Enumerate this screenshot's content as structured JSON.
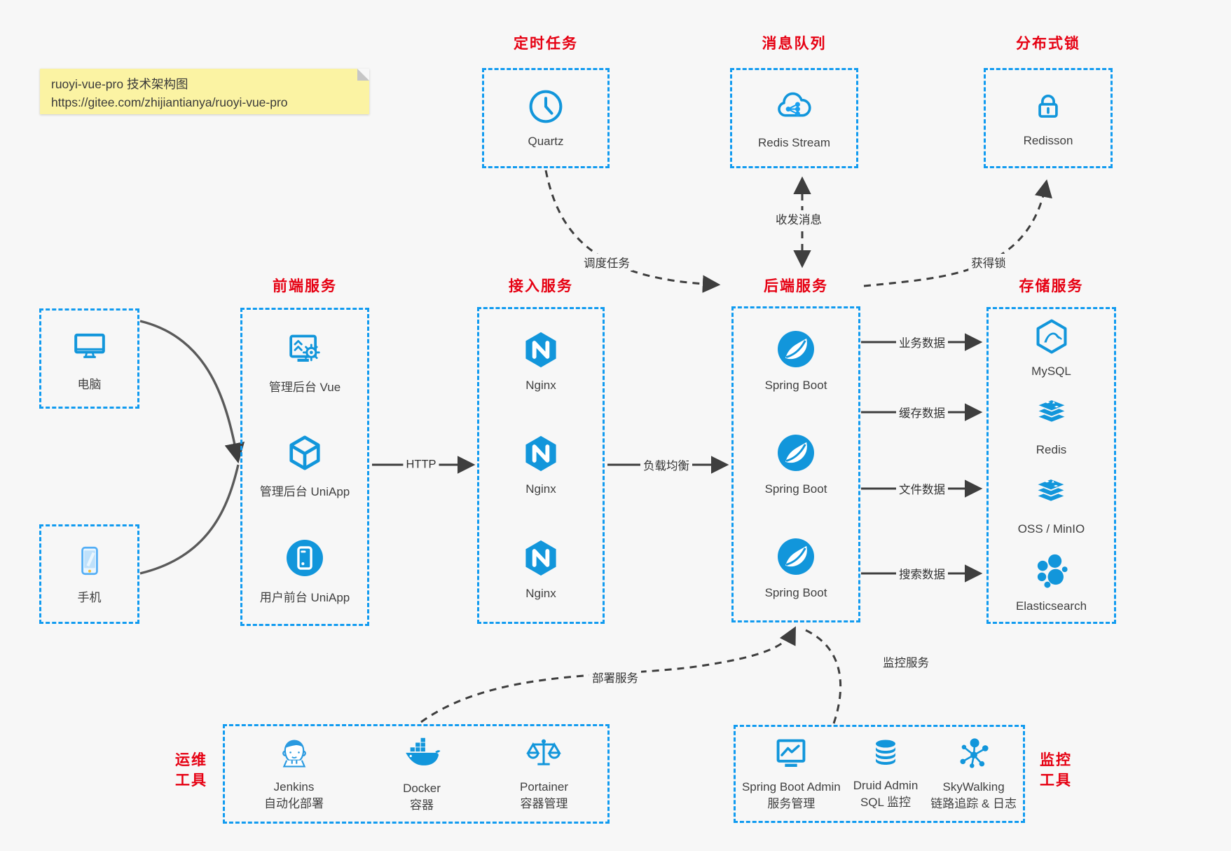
{
  "note": {
    "line1": "ruoyi-vue-pro 技术架构图",
    "line2": "https://gitee.com/zhijiantianya/ruoyi-vue-pro"
  },
  "colors": {
    "accent_blue": "#1296db",
    "title_red": "#e60012",
    "arrow_gray": "#3e3e3e",
    "note_yellow": "#fbf3a3",
    "background": "#f7f7f7"
  },
  "groups": {
    "scheduled": {
      "title": "定时任务",
      "items": [
        {
          "label": "Quartz",
          "icon": "clock-icon"
        }
      ]
    },
    "mq": {
      "title": "消息队列",
      "items": [
        {
          "label": "Redis Stream",
          "icon": "cloud-stream-icon"
        }
      ]
    },
    "lock": {
      "title": "分布式锁",
      "items": [
        {
          "label": "Redisson",
          "icon": "lock-icon"
        }
      ]
    },
    "clients": {
      "items": [
        {
          "label": "电脑",
          "icon": "desktop-icon"
        },
        {
          "label": "手机",
          "icon": "phone-icon"
        }
      ]
    },
    "frontend": {
      "title": "前端服务",
      "items": [
        {
          "label": "管理后台 Vue",
          "icon": "admin-screen-icon"
        },
        {
          "label": "管理后台 UniApp",
          "icon": "cube-icon"
        },
        {
          "label": "用户前台 UniApp",
          "icon": "mobile-app-icon"
        }
      ]
    },
    "gateway": {
      "title": "接入服务",
      "items": [
        {
          "label": "Nginx",
          "icon": "nginx-icon"
        },
        {
          "label": "Nginx",
          "icon": "nginx-icon"
        },
        {
          "label": "Nginx",
          "icon": "nginx-icon"
        }
      ]
    },
    "backend": {
      "title": "后端服务",
      "items": [
        {
          "label": "Spring Boot",
          "icon": "spring-icon"
        },
        {
          "label": "Spring Boot",
          "icon": "spring-icon"
        },
        {
          "label": "Spring Boot",
          "icon": "spring-icon"
        }
      ]
    },
    "storage": {
      "title": "存储服务",
      "items": [
        {
          "label": "MySQL",
          "icon": "mysql-icon"
        },
        {
          "label": "Redis",
          "icon": "redis-stack-icon"
        },
        {
          "label": "OSS / MinIO",
          "icon": "oss-stack-icon"
        },
        {
          "label": "Elasticsearch",
          "icon": "elasticsearch-icon"
        }
      ]
    },
    "devops": {
      "title_line1": "运维",
      "title_line2": "工具",
      "items": [
        {
          "name": "Jenkins",
          "desc": "自动化部署",
          "icon": "jenkins-icon"
        },
        {
          "name": "Docker",
          "desc": "容器",
          "icon": "docker-icon"
        },
        {
          "name": "Portainer",
          "desc": "容器管理",
          "icon": "portainer-icon"
        }
      ]
    },
    "monitor": {
      "title_line1": "监控",
      "title_line2": "工具",
      "items": [
        {
          "name": "Spring Boot Admin",
          "desc": "服务管理",
          "icon": "spring-boot-admin-icon"
        },
        {
          "name": "Druid Admin",
          "desc": "SQL 监控",
          "icon": "druid-icon"
        },
        {
          "name": "SkyWalking",
          "desc": "链路追踪 & 日志",
          "icon": "skywalking-icon"
        }
      ]
    }
  },
  "edges": {
    "http": "HTTP",
    "load_balance": "负载均衡",
    "schedule": "调度任务",
    "messages": "收发消息",
    "get_lock": "获得锁",
    "biz_data": "业务数据",
    "cache_data": "缓存数据",
    "file_data": "文件数据",
    "search_data": "搜索数据",
    "deploy": "部署服务",
    "monitor": "监控服务"
  }
}
